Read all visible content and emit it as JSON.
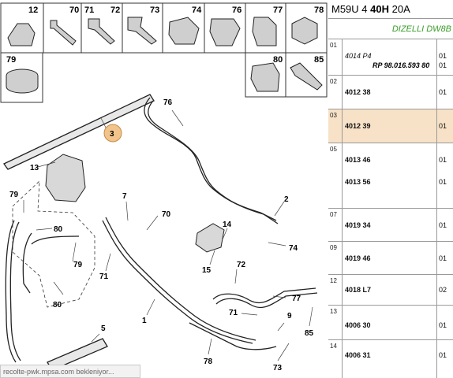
{
  "header": {
    "model": "M59U 4",
    "engine": "40H",
    "variant": "20A"
  },
  "subheader": {
    "text": "DIZELLI DW8B"
  },
  "status_text": "recolte-pwk.mpsa.com bekleniyor...",
  "parts_grid": [
    {
      "num": "12"
    },
    {
      "num": "70"
    },
    {
      "num": "71"
    },
    {
      "num": "72"
    },
    {
      "num": "73"
    },
    {
      "num": "74"
    },
    {
      "num": "76"
    },
    {
      "num": "77"
    },
    {
      "num": "78"
    },
    {
      "num": "79"
    },
    {
      "num": "80"
    },
    {
      "num": "85"
    }
  ],
  "callouts": [
    {
      "num": "3"
    },
    {
      "num": "76"
    },
    {
      "num": "13"
    },
    {
      "num": "79"
    },
    {
      "num": "7"
    },
    {
      "num": "70"
    },
    {
      "num": "80"
    },
    {
      "num": "79"
    },
    {
      "num": "71"
    },
    {
      "num": "2"
    },
    {
      "num": "14"
    },
    {
      "num": "74"
    },
    {
      "num": "15"
    },
    {
      "num": "72"
    },
    {
      "num": "80"
    },
    {
      "num": "1"
    },
    {
      "num": "77"
    },
    {
      "num": "71"
    },
    {
      "num": "9"
    },
    {
      "num": "85"
    },
    {
      "num": "5"
    },
    {
      "num": "78"
    },
    {
      "num": "73"
    }
  ],
  "rows": [
    {
      "pos": "01",
      "ref": "4014 P4",
      "sub": "RP 98.016.593 80",
      "qty": "01",
      "qty2": "01",
      "selected": false
    },
    {
      "pos": "02",
      "ref": "4012 38",
      "qty": "01",
      "selected": false
    },
    {
      "pos": "03",
      "ref": "4012 39",
      "qty": "01",
      "selected": true
    },
    {
      "pos": "05",
      "ref": "4013 46",
      "ref2": "4013 56",
      "qty": "01",
      "qty2": "01",
      "selected": false
    },
    {
      "pos": "07",
      "ref": "4019 34",
      "qty": "01",
      "selected": false
    },
    {
      "pos": "09",
      "ref": "4019 46",
      "qty": "01",
      "selected": false
    },
    {
      "pos": "12",
      "ref": "4018 L7",
      "qty": "02",
      "selected": false
    },
    {
      "pos": "13",
      "ref": "4006 30",
      "qty": "01",
      "selected": false
    },
    {
      "pos": "14",
      "ref": "4006 31",
      "qty": "01",
      "selected": false
    }
  ]
}
